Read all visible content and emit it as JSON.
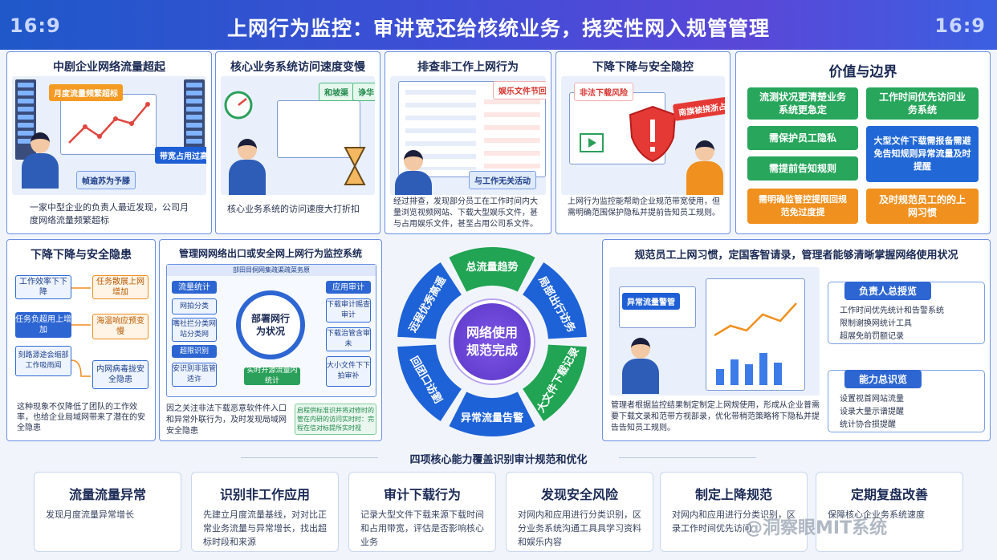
{
  "header": {
    "ratio_left": "16:9",
    "ratio_right": "16:9",
    "title": "上网行为监控：审讲宽还给核统业务，挠奕性网入规管管理"
  },
  "cards": {
    "c1": {
      "title": "中剧企业网络流量超起",
      "tag1": "月度流量频繁超标",
      "tag2": "带宽占用过高",
      "tag3": "帧逾苏为予滕",
      "text": "一家中型企业的负责人最近发现，公司月度网络流量频繁超标"
    },
    "c2": {
      "title": "核心业务系统访问速度变慢",
      "tag1": "和坡渠",
      "tag2": "诤华",
      "text": "核心业务系统的访问速度大打折扣"
    },
    "c3": {
      "title": "排查非工作上网行为",
      "tag1": "娱乐文件节回",
      "tag2": "与工作无关活动",
      "text": "经过排查，发现部分员工在工作时间内大量浏览视频网站、下载大型娱乐文件，甚与占用娱乐文件，甚至占用公司系文件。"
    },
    "c4": {
      "title": "下降下降与安全隐控",
      "tag1": "非法下载风险",
      "tag2": "南旗被挠浙占",
      "text": "上网行为监控能帮助企业规范带宽使用，但需明确范围保护隐私并提前告知员工规则。"
    },
    "values": {
      "title": "价值与边界",
      "items": [
        "流测状况更清楚业务系统更急定",
        "工作时间优先访问业务系统",
        "需保护员工隐私",
        "大型文件下载需报备需避免告知规则异常流量及时提醒",
        "需提前告知规则",
        "需明确监管控提限回规范免过度提",
        "及时规范员工的的上网习惯"
      ]
    },
    "c5": {
      "title": "下降下降与安全隐患",
      "left": [
        "工作效率下下降",
        "任务负超用上增加",
        "刻路源途会缩部工作吸雨闻"
      ],
      "right": [
        "任务散展上网增加",
        "海温响应预变慢",
        "内网病毒拢安全隐患"
      ],
      "text": "这种现象不仅降低了团队的工作效率，也给企业局域网带来了潜在的安全隐患"
    },
    "c6": {
      "title": "管理网网络出口或安全网上网行为监控系统",
      "window_title": "部田目侗网集疏渠疏菜务原",
      "left_head": "流量统计",
      "left_items": [
        "网拍分类",
        "嘴社拦分类网站分类网",
        "超限识别",
        "安识別非监管适许"
      ],
      "center": "部署网行为状况",
      "right_head": "应用审计",
      "right_items": [
        "下载审计赐查审计",
        "下载治管含审未",
        "大小文件下下拍审补"
      ],
      "bottom": "实时开源流量内统计",
      "text": "因之关注非法下载恶意软件件入口和异常外联行为，及时发现局域网安全隐患",
      "note": "启程供标准识并将对修时的管在内研的访问实时时：完程在信对标提所实时视"
    },
    "ring": {
      "center": "网络使用规范完成",
      "segments": [
        "总流量趋势",
        "局部出行访务",
        "大文件下载记录",
        "异常流量告警",
        "回团口访劉",
        "远程优秀高遥"
      ]
    },
    "c7": {
      "title": "规范员工上网习惯，定国客智请录，管理者能够清晰掌握网络使用状况",
      "tag": "异常流量警管",
      "panel1_title": "负责人总授览",
      "panel1_items": [
        "工作时间优先统计和告警系统",
        "限制谢换网统计工具",
        "超展免前罚额记录"
      ],
      "panel2_title": "能力总识览",
      "panel2_items": [
        "设置视首网站流量",
        "设录大量示谱提醒",
        "统计协合损提醒"
      ],
      "text": "管理者根据监控结果制定制定上网规使用，形成从企业普需要下载文录和范带方视部录，优化带稍范策略将下隐私并提告告知员工规则。"
    }
  },
  "section_title": "四项核心能力覆盖识别审计规范和优化",
  "bottom": [
    {
      "title": "流量流量异常",
      "desc": "发现月度流量异常增长"
    },
    {
      "title": "识别非工作应用",
      "desc": "先建立月度流量基线，对对比正常业务流量与异常增长，找出超标时段和来源"
    },
    {
      "title": "审计下载行为",
      "desc": "记录大型文件下载来源下载时间和占用带宽，评估是否影响核心业务"
    },
    {
      "title": "发现安全风险",
      "desc": "对网内和应用进行分类识别，区分业务系统沟通工具具学习资料和娱乐内容"
    },
    {
      "title": "制定上降规范",
      "desc": "对网内和应用进行分类识别，区录工作时间优先访问"
    },
    {
      "title": "定期复盘改善",
      "desc": "保障核心企业务系统速度"
    }
  ],
  "watermark": "@洞察眼MIT系统",
  "chart_data": {
    "type": "diagram",
    "title": "上网行为监控：审讲宽还给核统业务，挠奕性网入规管管理",
    "center": "网络使用规范完成",
    "cycle": [
      "总流量趋势",
      "局部出行访务",
      "大文件下载记录",
      "异常流量告警",
      "回团口访劉",
      "远程优秀高遥"
    ]
  },
  "colors": {
    "header": "#3f4ed6",
    "ring_blue": "#1e62d8",
    "ring_green": "#21a453",
    "ring_center": "#6a3fd6",
    "accent_orange": "#f59a23"
  }
}
